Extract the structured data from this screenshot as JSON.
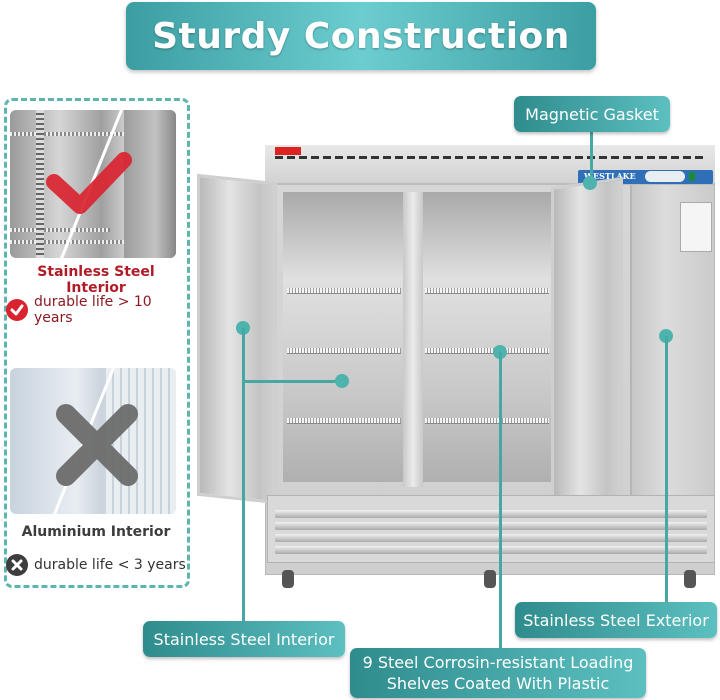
{
  "title": "Sturdy Construction",
  "comparison": {
    "good": {
      "title": "Stainless Steel Interior",
      "life_text": "durable life > 10 years",
      "badge_icon": "check-circle-icon",
      "mark_icon": "check-mark-icon",
      "color": "#b01c26"
    },
    "bad": {
      "title": "Aluminium Interior",
      "life_text": "durable life < 3 years",
      "badge_icon": "x-circle-icon",
      "mark_icon": "x-mark-icon",
      "color": "#3d3d3d"
    }
  },
  "product": {
    "brand": "WESTLAKE"
  },
  "callouts": {
    "magnetic_gasket": "Magnetic Gasket",
    "interior": "Stainless Steel Interior",
    "shelves_line1": "9 Steel Corrosin-resistant Loading",
    "shelves_line2": "Shelves Coated With Plastic",
    "exterior": "Stainless Steel Exterior"
  },
  "colors": {
    "teal_accent": "#46a8a2",
    "red_accent": "#d9242f"
  }
}
